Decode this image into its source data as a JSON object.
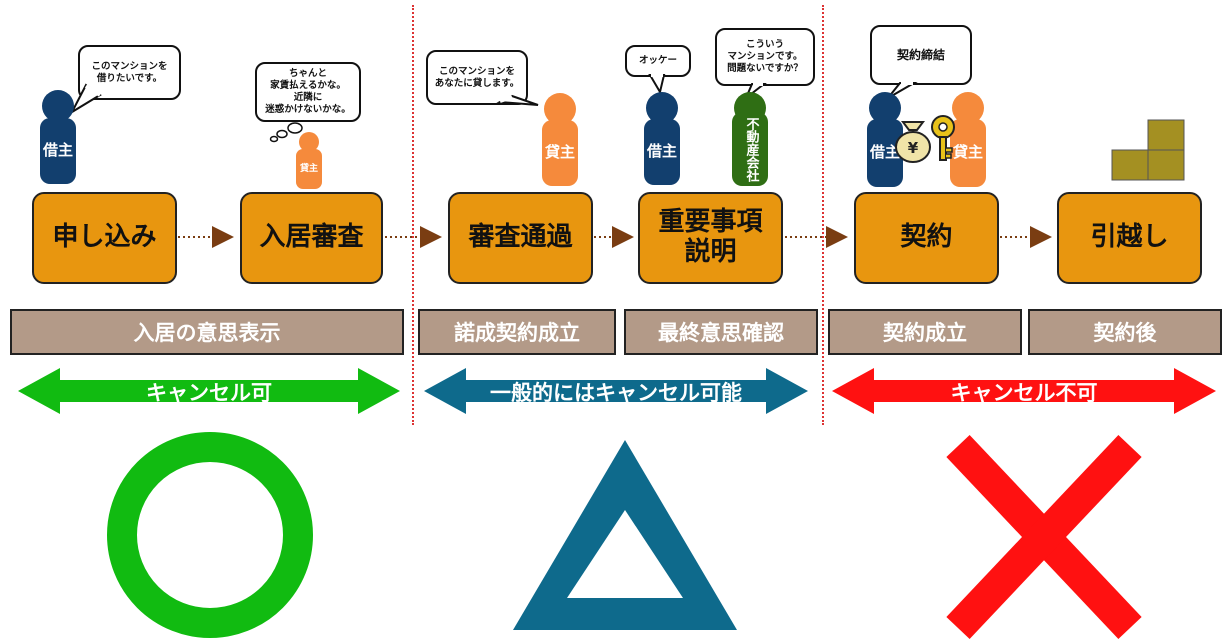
{
  "steps": [
    {
      "label": "申し込み"
    },
    {
      "label": "入居審査"
    },
    {
      "label": "審査通過"
    },
    {
      "label_line1": "重要事項",
      "label_line2": "説明"
    },
    {
      "label": "契約"
    },
    {
      "label": "引越し"
    }
  ],
  "stages": [
    "入居の意思表示",
    "諾成契約成立",
    "最終意思確認",
    "契約成立",
    "契約後"
  ],
  "cancel_arrows": [
    {
      "label": "キャンセル可",
      "color": "#11bb11"
    },
    {
      "label": "一般的にはキャンセル可能",
      "color": "#0e6a8c"
    },
    {
      "label": "キャンセル不可",
      "color": "#ff1111"
    }
  ],
  "bubbles": {
    "b1": "このマンションを\n借りたいです。",
    "b2": "ちゃんと\n家賃払えるかな。\n近隣に\n迷惑かけないかな。",
    "b3": "このマンションを\nあなたに貸します。",
    "b4": "オッケー",
    "b5": "こういう\nマンションです。\n問題ないですか？",
    "b6": "契約締結"
  },
  "people": {
    "borrower": "借主",
    "lender": "貸主",
    "agency": "不動産会社"
  },
  "yen_symbol": "¥",
  "colors": {
    "borrower": "#123f6e",
    "lender": "#f58a3c",
    "agency": "#2f6e14",
    "step_fill": "#e8960f",
    "stage_fill": "#b39a88",
    "connector": "#7a3d12",
    "box_icon": "#a49022"
  },
  "symbols": {
    "circle": "green-circle",
    "triangle": "blue-triangle",
    "cross": "red-cross"
  }
}
